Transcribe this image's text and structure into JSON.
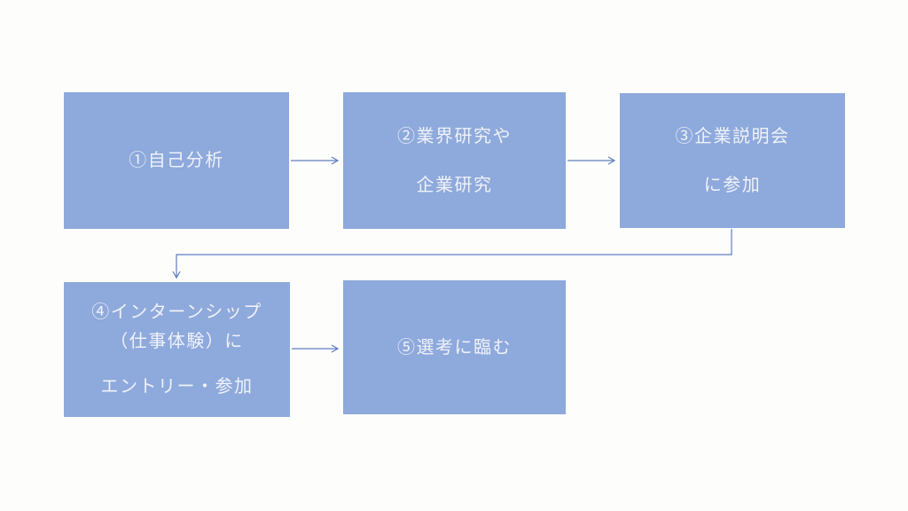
{
  "page": {
    "kind": "flowchart",
    "language": "ja",
    "background": "#fdfdfb"
  },
  "colors": {
    "box_fill": "#8EA9DB",
    "box_text": "#EFF2FA",
    "connector": "#5F7FC0"
  },
  "diagram": {
    "title": "",
    "steps": [
      {
        "id": 1,
        "lines": [
          "①自己分析"
        ]
      },
      {
        "id": 2,
        "lines": [
          "②業界研究や",
          "企業研究"
        ]
      },
      {
        "id": 3,
        "lines": [
          "③企業説明会",
          "に参加"
        ]
      },
      {
        "id": 4,
        "lines": [
          "④インターンシップ",
          "（仕事体験）に",
          "エントリー・参加"
        ]
      },
      {
        "id": 5,
        "lines": [
          "⑤選考に臨む"
        ]
      }
    ],
    "connections": [
      {
        "from": 1,
        "to": 2,
        "shape": "straight-arrow"
      },
      {
        "from": 2,
        "to": 3,
        "shape": "straight-arrow"
      },
      {
        "from": 3,
        "to": 4,
        "shape": "elbow-arrow"
      },
      {
        "from": 4,
        "to": 5,
        "shape": "straight-arrow"
      }
    ]
  }
}
